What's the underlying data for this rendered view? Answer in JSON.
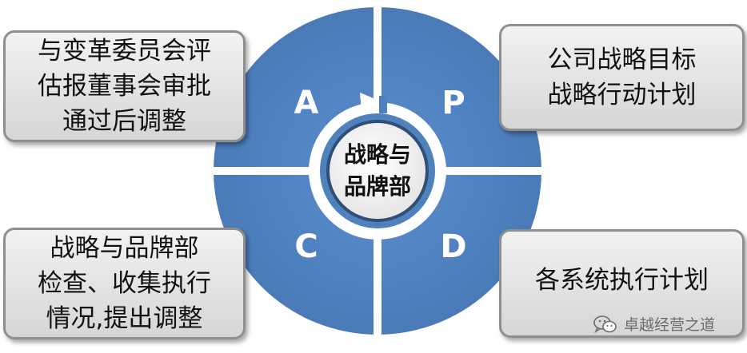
{
  "center": {
    "line1": "战略与",
    "line2": "品牌部"
  },
  "quadrants": {
    "a": "A",
    "p": "P",
    "c": "C",
    "d": "D"
  },
  "cards": {
    "act": [
      "与变革委员会评",
      "估报董事会审批",
      "通过后调整"
    ],
    "plan": [
      "公司战略目标",
      "战略行动计划"
    ],
    "check": [
      "战略与品牌部",
      "检查、收集执行",
      "情况,提出调整"
    ],
    "do": [
      "各系统执行计划"
    ]
  },
  "watermark": {
    "text": "卓越经营之道",
    "icon": "wechat-icon"
  },
  "colors": {
    "quadrant": "#4f81bd",
    "ring": "#ffffff",
    "card_border": "#8f8f8f"
  }
}
